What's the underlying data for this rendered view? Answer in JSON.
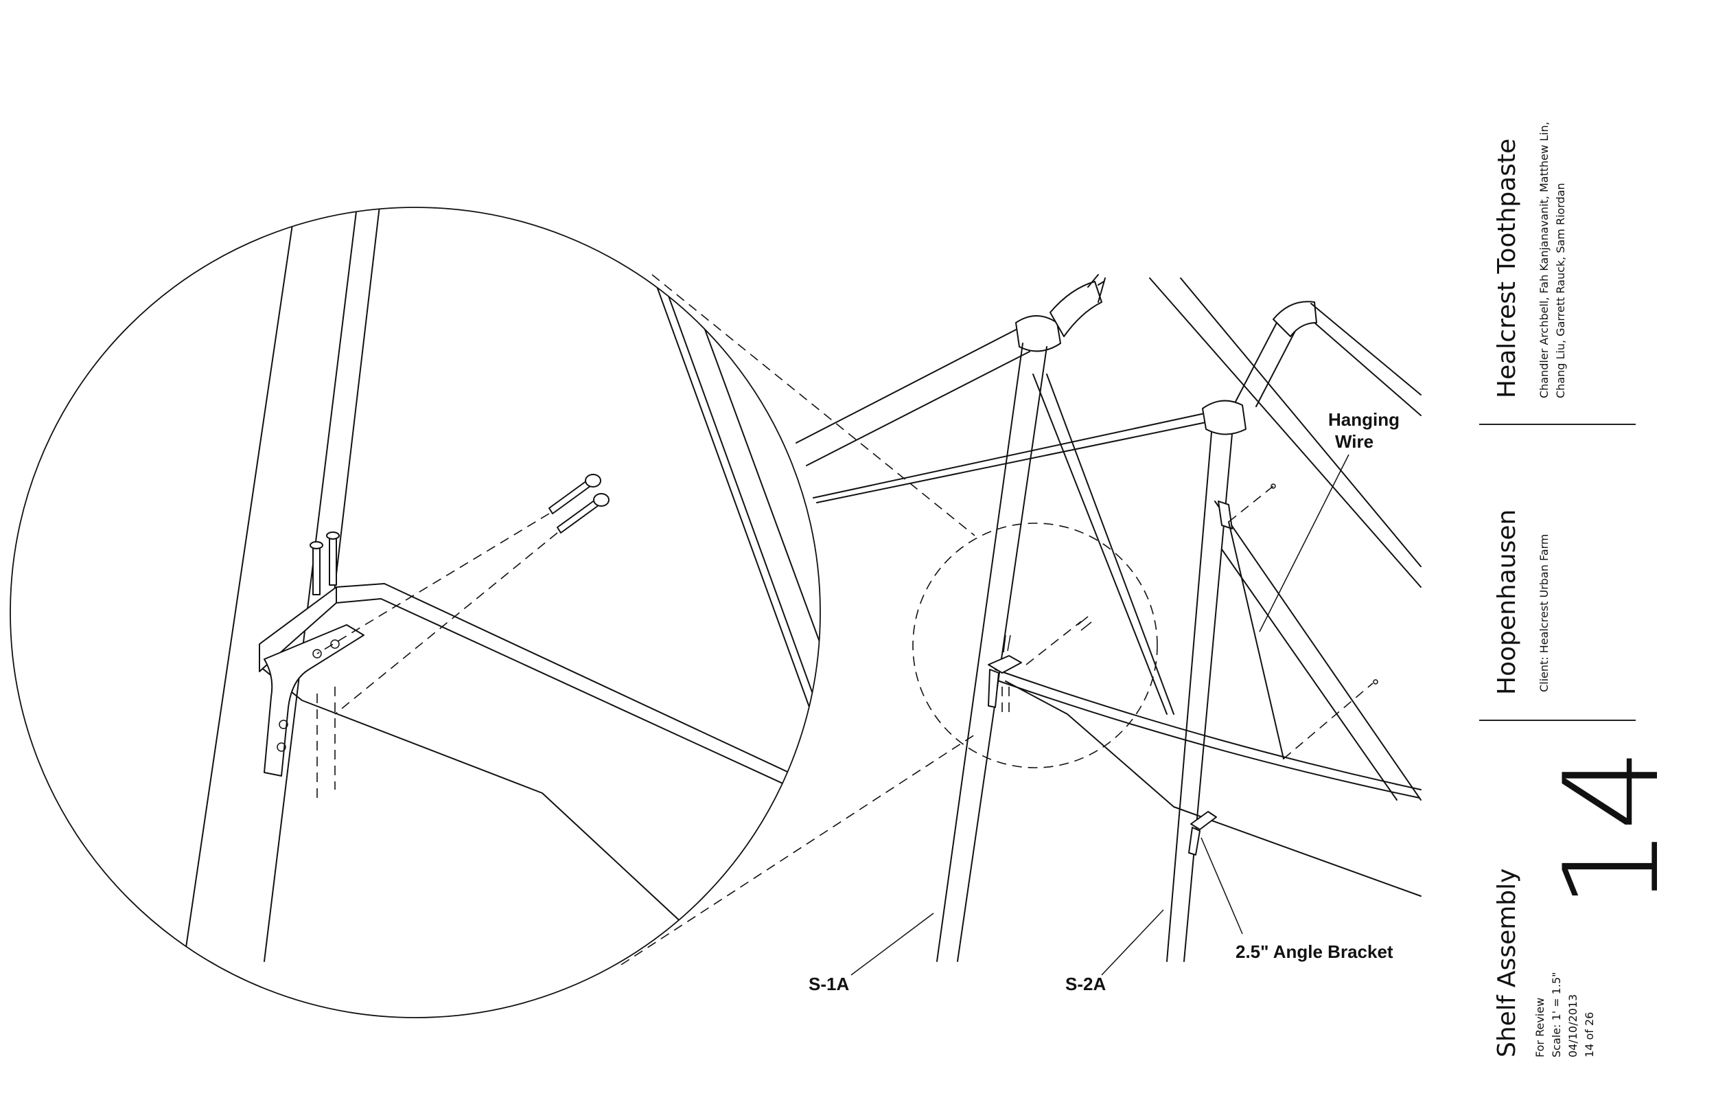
{
  "callouts": {
    "hanging_wire": [
      "Hanging",
      "Wire"
    ],
    "s1a": "S-1A",
    "s2a": "S-2A",
    "angle_bracket": "2.5\" Angle Bracket"
  },
  "title_block": {
    "project_title": "Healcrest Toothpaste",
    "team_line_1": "Chandler Archbell, Fah Kanjanavanit, Matthew Lin,",
    "team_line_2": "Chang Liu, Garrett Rauck, Sam Riordan",
    "name": "Hoopenhausen",
    "client": "Client: Healcrest Urban Farm",
    "sheet_title": "Shelf Assembly",
    "status": "For Review",
    "scale": "Scale: 1' = 1.5\"",
    "date": "04/10/2013",
    "sheet_count": "14 of 26",
    "sheet_number": "14"
  },
  "colors": {
    "ink": "#111111",
    "paper": "#ffffff"
  }
}
